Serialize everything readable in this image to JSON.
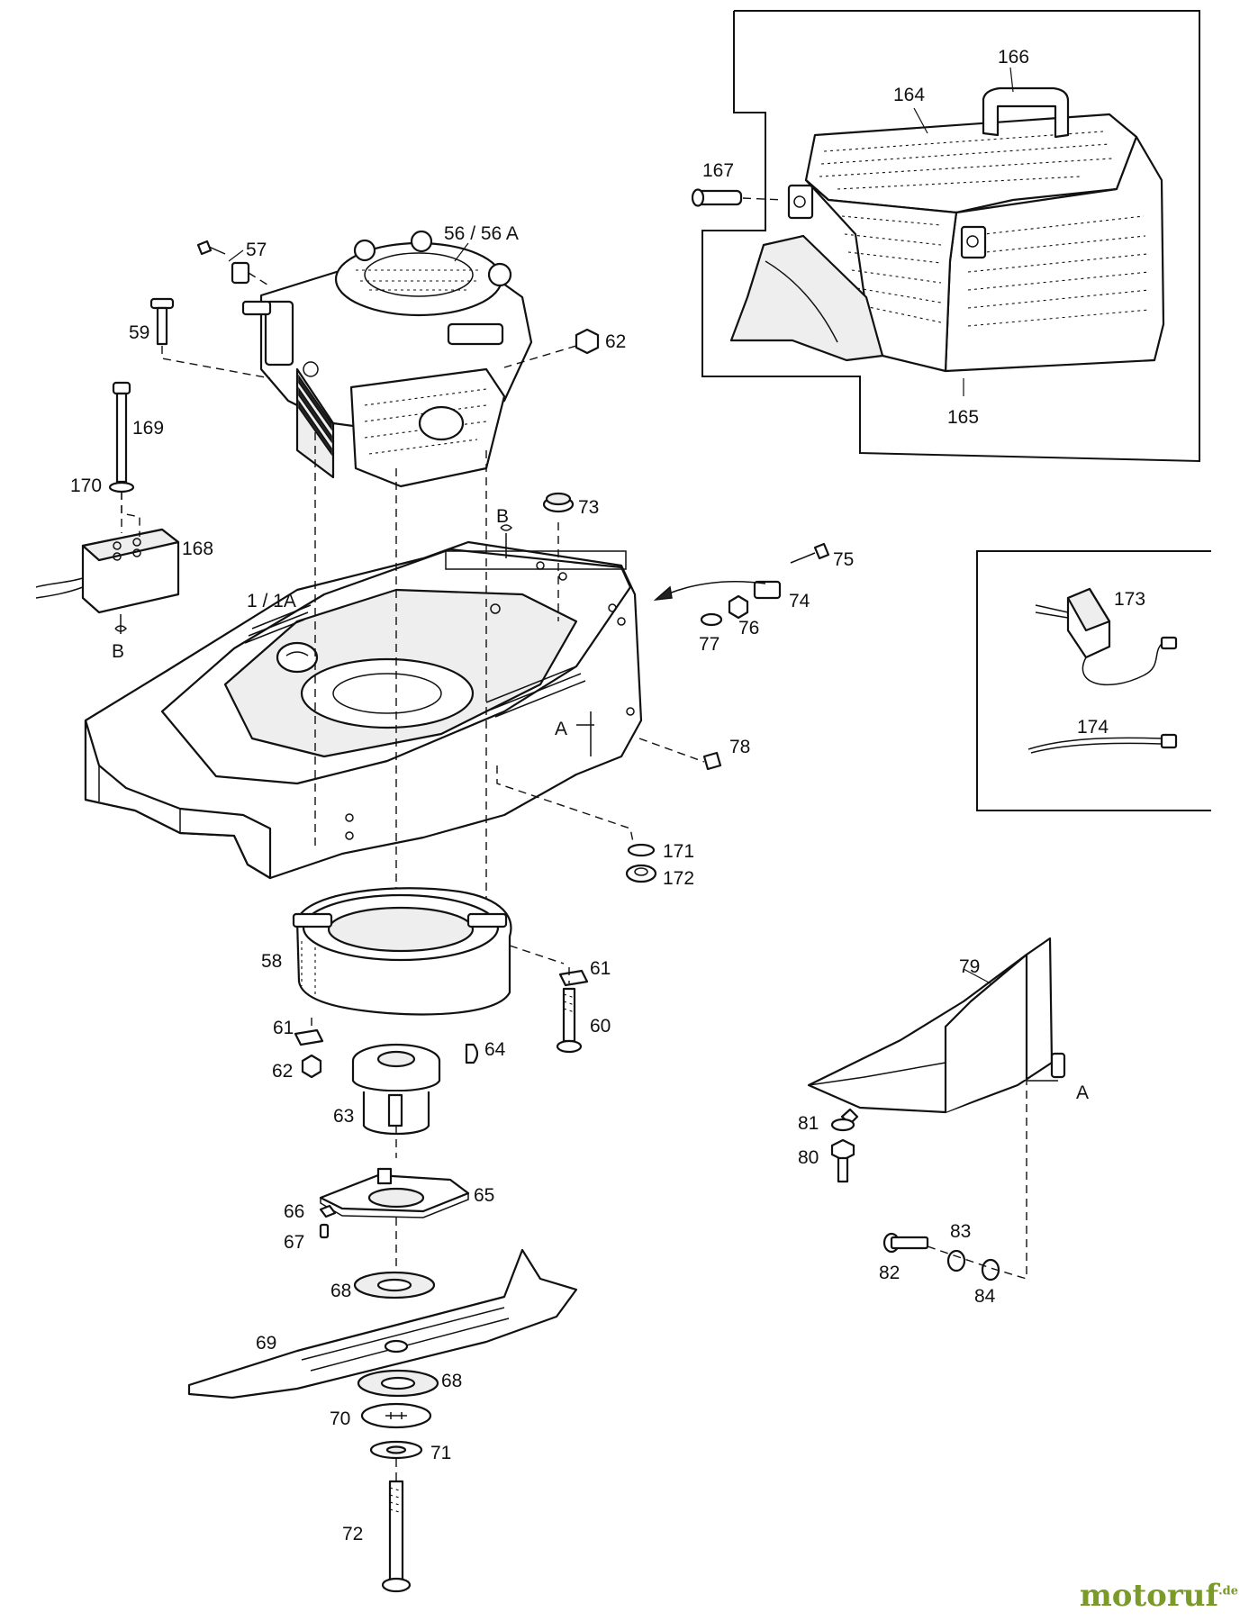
{
  "labels": {
    "p164": "164",
    "p165": "165",
    "p166": "166",
    "p167": "167",
    "p56": "56 / 56 A",
    "p57": "57",
    "p59": "59",
    "p62a": "62",
    "p169": "169",
    "p170": "170",
    "p168": "168",
    "pB1": "B",
    "pB2": "B",
    "p73": "73",
    "p75": "75",
    "p74": "74",
    "p76": "76",
    "p77": "77",
    "p1": "1 / 1A",
    "pA1": "A",
    "p78": "78",
    "p171": "171",
    "p172": "172",
    "p173": "173",
    "p174": "174",
    "p58": "58",
    "p61a": "61",
    "p61b": "61",
    "p60": "60",
    "p62b": "62",
    "p64": "64",
    "p63": "63",
    "p65": "65",
    "p66": "66",
    "p67": "67",
    "p68a": "68",
    "p68b": "68",
    "p69": "69",
    "p70": "70",
    "p71": "71",
    "p72": "72",
    "p79": "79",
    "pA2": "A",
    "p81": "81",
    "p80": "80",
    "p82": "82",
    "p83": "83",
    "p84": "84"
  },
  "watermark": {
    "name": "motoruf",
    "suffix": ".de",
    "color": "#7a9a2a"
  }
}
